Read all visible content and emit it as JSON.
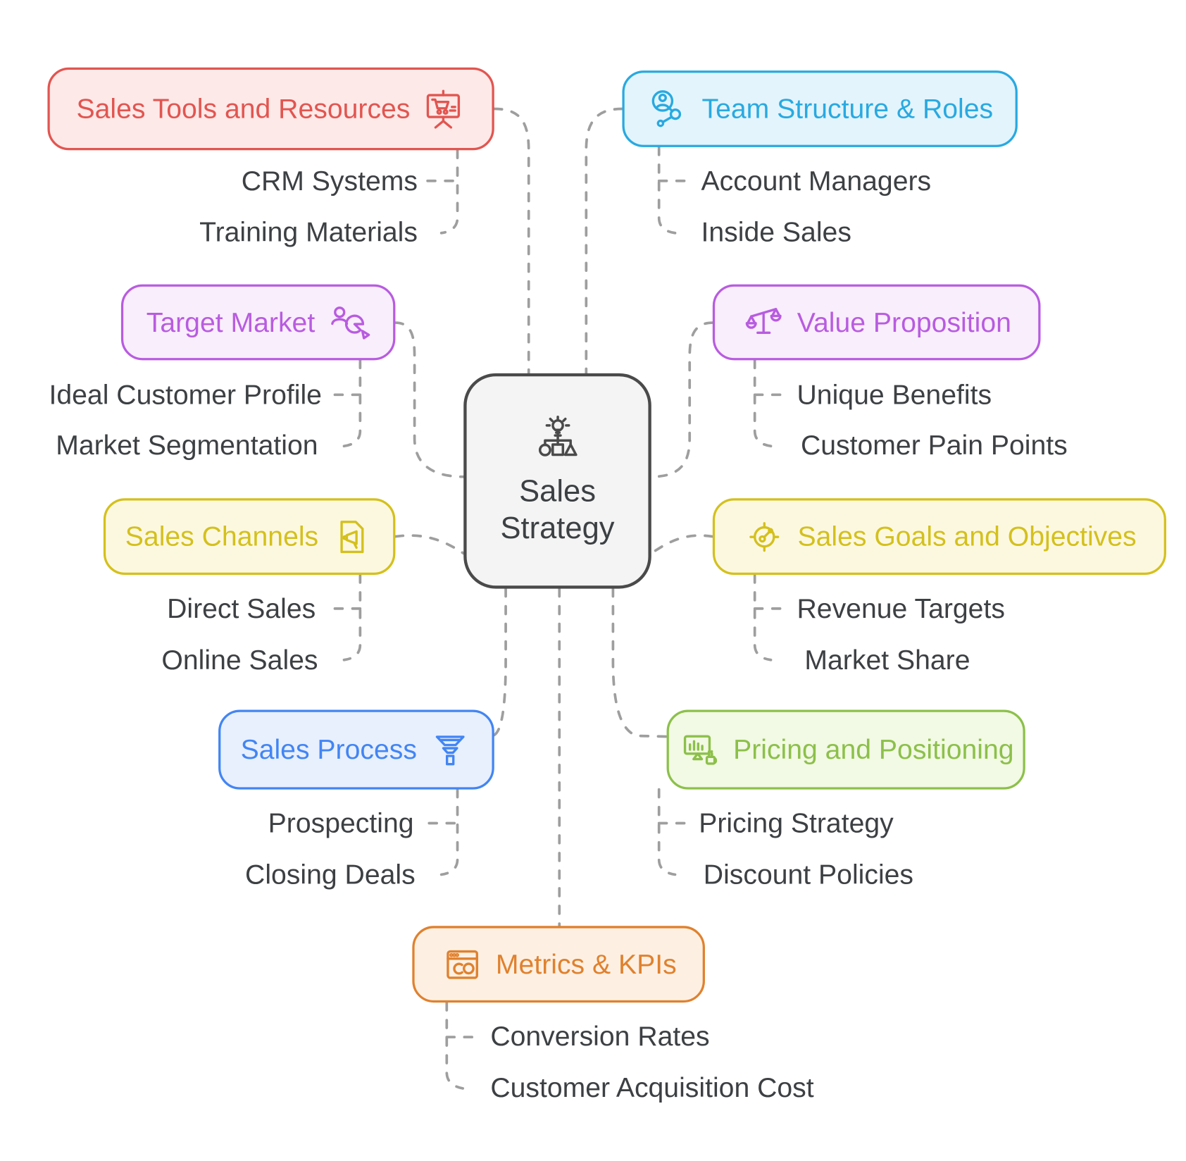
{
  "diagram_title": "Sales Strategy",
  "connector_color": "#9e9e9e",
  "child_text_color": "#3d4043",
  "central": {
    "label_line1": "Sales",
    "label_line2": "Strategy",
    "icon": "lightbulb-org-chart-icon",
    "border_color": "#4a4a4a",
    "fill_color": "#f4f4f4",
    "text_color": "#3c4043"
  },
  "branches": [
    {
      "label": "Sales Tools and Resources",
      "icon": "presentation-easel-cart-icon",
      "accent": "#e25550",
      "fill": "#fce9e8",
      "children": [
        "CRM Systems",
        "Training Materials"
      ]
    },
    {
      "label": "Team Structure & Roles",
      "icon": "person-network-icon",
      "accent": "#29a9e0",
      "fill": "#e3f4fc",
      "children": [
        "Account Managers",
        "Inside Sales"
      ]
    },
    {
      "label": "Target Market",
      "icon": "person-pie-chart-icon",
      "accent": "#b85ce0",
      "fill": "#f9eefc",
      "children": [
        "Ideal Customer Profile",
        "Market Segmentation"
      ]
    },
    {
      "label": "Value Proposition",
      "icon": "balance-scale-icon",
      "accent": "#b85ce0",
      "fill": "#f9eefc",
      "children": [
        "Unique Benefits",
        "Customer Pain Points"
      ]
    },
    {
      "label": "Sales Channels",
      "icon": "document-megaphone-icon",
      "accent": "#d4c01d",
      "fill": "#fcf8e0",
      "children": [
        "Direct Sales",
        "Online Sales"
      ]
    },
    {
      "label": "Sales Goals and Objectives",
      "icon": "target-gauge-icon",
      "accent": "#d4c01d",
      "fill": "#fcf8e0",
      "children": [
        "Revenue Targets",
        "Market Share"
      ]
    },
    {
      "label": "Sales Process",
      "icon": "funnel-icon",
      "accent": "#4285f4",
      "fill": "#e8f0fd",
      "children": [
        "Prospecting",
        "Closing Deals"
      ]
    },
    {
      "label": "Pricing and Positioning",
      "icon": "monitor-chart-coffee-icon",
      "accent": "#8cc04a",
      "fill": "#f2f9e4",
      "children": [
        "Pricing Strategy",
        "Discount Policies"
      ]
    },
    {
      "label": "Metrics & KPIs",
      "icon": "browser-analytics-icon",
      "accent": "#e0812e",
      "fill": "#fdf0e3",
      "children": [
        "Conversion Rates",
        "Customer Acquisition Cost"
      ]
    }
  ]
}
